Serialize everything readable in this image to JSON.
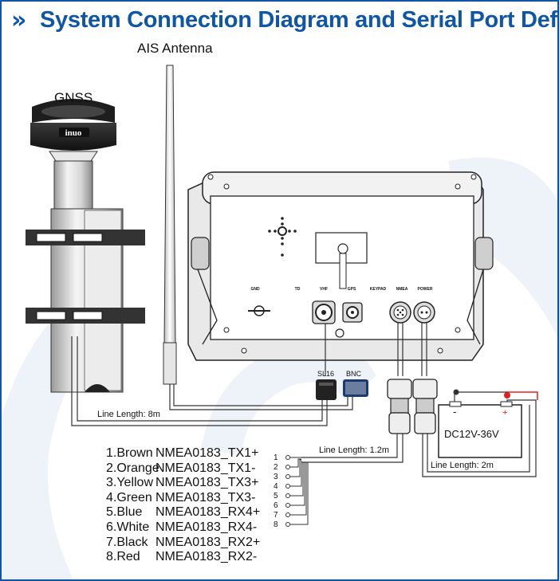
{
  "header": {
    "title": "System Connection Diagram and Serial Port Definition",
    "title_prefix_glyph": "»",
    "accent_color": "#0f56a6"
  },
  "labels": {
    "ais_antenna": "AIS Antenna",
    "gnss": "GNSS",
    "gnss_brand": "inuo",
    "connector_sl16": "SL16",
    "connector_bnc": "BNC",
    "line_length_main": "Line Length: 8m",
    "line_length_nmea": "Line Length: 1.2m",
    "line_length_power": "Line Length: 2m",
    "power_supply": "DC12V-36V",
    "battery_minus": "-",
    "battery_plus": "+"
  },
  "device_ports": [
    "GND",
    "TD",
    "VHF",
    "GPS",
    "KEYPAD",
    "NMEA",
    "POWER"
  ],
  "pin_numbers": [
    "1",
    "2",
    "3",
    "4",
    "5",
    "6",
    "7",
    "8"
  ],
  "wires": [
    {
      "color": "1.Brown",
      "signal": "NMEA0183_TX1+"
    },
    {
      "color": "2.Orange",
      "signal": "NMEA0183_TX1-"
    },
    {
      "color": "3.Yellow",
      "signal": "NMEA0183_TX3+"
    },
    {
      "color": "4.Green",
      "signal": "NMEA0183_TX3-"
    },
    {
      "color": "5.Blue",
      "signal": "NMEA0183_RX4+"
    },
    {
      "color": "6.White",
      "signal": "NMEA0183_RX4-"
    },
    {
      "color": "7.Black",
      "signal": "NMEA0183_RX2+"
    },
    {
      "color": "8.Red",
      "signal": "NMEA0183_RX2-"
    }
  ]
}
